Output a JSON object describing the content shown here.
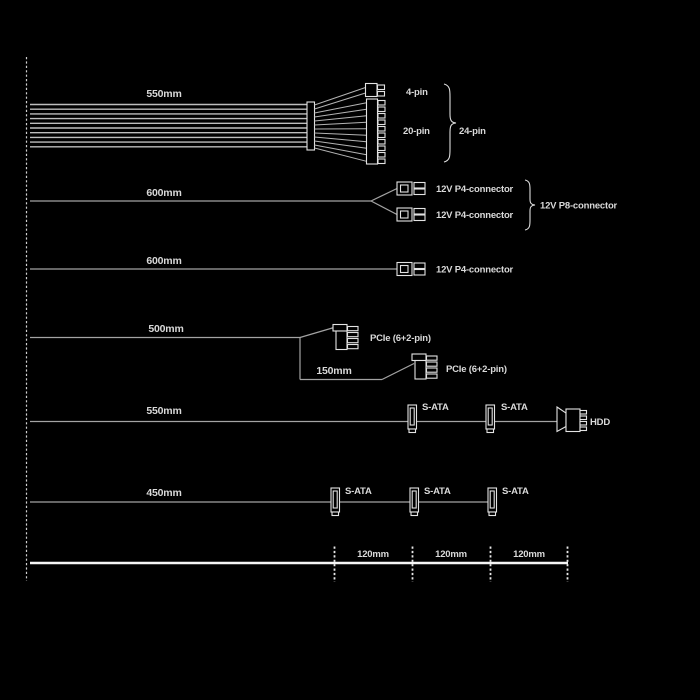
{
  "colors": {
    "background": "#000000",
    "cable_line": "#a3a3a3",
    "connector_outline": "#e3e3e3",
    "text": "#d9d9d9",
    "ruler_line": "#f5f5f5"
  },
  "cables": [
    {
      "id": "atx",
      "length": "550mm",
      "connectors": [
        "4-pin",
        "20-pin"
      ],
      "combined": "24-pin"
    },
    {
      "id": "eps",
      "length": "600mm",
      "connectors": [
        "12V P4-connector",
        "12V P4-connector"
      ],
      "combined": "12V P8-connector"
    },
    {
      "id": "p4",
      "length": "600mm",
      "connectors": [
        "12V P4-connector"
      ]
    },
    {
      "id": "pcie",
      "length": "500mm",
      "extension_length": "150mm",
      "connectors": [
        "PCIe (6+2-pin)",
        "PCIe (6+2-pin)"
      ]
    },
    {
      "id": "sata_hdd",
      "length": "550mm",
      "connectors": [
        "S-ATA",
        "S-ATA",
        "HDD"
      ]
    },
    {
      "id": "sata",
      "length": "450mm",
      "connectors": [
        "S-ATA",
        "S-ATA",
        "S-ATA"
      ]
    }
  ],
  "ruler": {
    "segments": [
      "120mm",
      "120mm",
      "120mm"
    ]
  }
}
